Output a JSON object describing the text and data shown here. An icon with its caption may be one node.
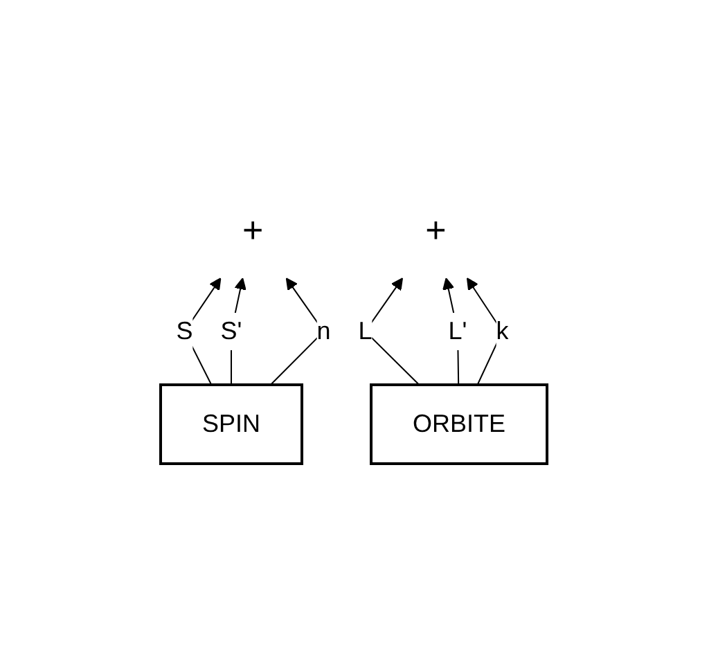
{
  "diagram": {
    "nodes": [
      {
        "text": [
          "+"
        ]
      },
      {
        "text": [
          "+"
        ]
      },
      {
        "text": [
          "SPIN"
        ]
      },
      {
        "text": [
          "ORBITE"
        ]
      }
    ],
    "edges": [
      {
        "from": 2,
        "to": 0,
        "arrow": "to",
        "label": "S"
      },
      {
        "from": 2,
        "to": 0,
        "arrow": "to",
        "label": "S'"
      },
      {
        "from": 2,
        "to": 0,
        "arrow": "to",
        "label": "n"
      },
      {
        "from": 3,
        "to": 1,
        "arrow": "to",
        "label": "L"
      },
      {
        "from": 3,
        "to": 1,
        "arrow": "to",
        "label": "L'"
      },
      {
        "from": 3,
        "to": 1,
        "arrow": "to",
        "label": "k"
      }
    ]
  }
}
